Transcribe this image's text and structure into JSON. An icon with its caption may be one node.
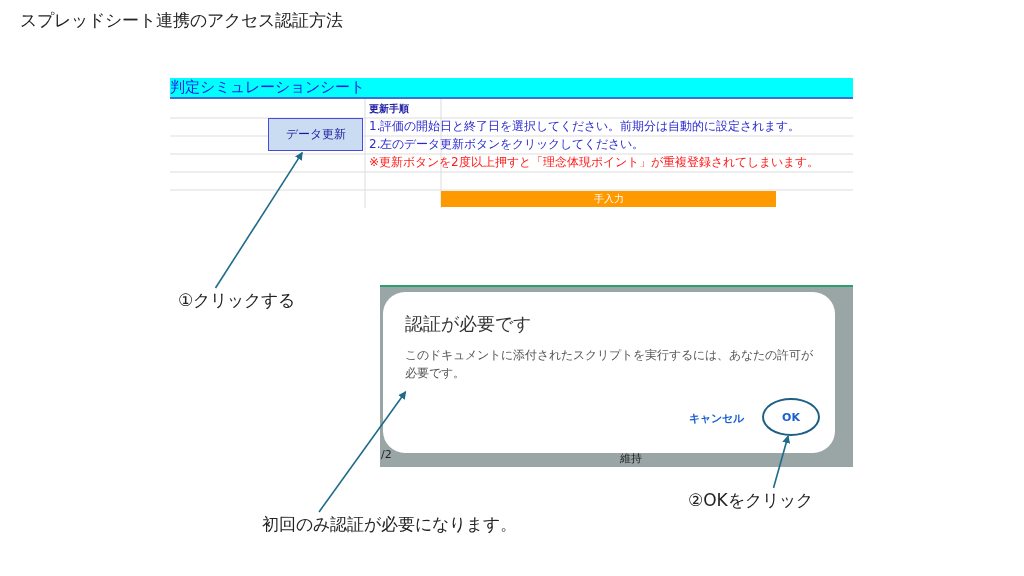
{
  "diagram": {
    "title": "スプレッドシート連携のアクセス認証方法",
    "nodes": [
      {
        "text": [
          "判定シミュレーションシート"
        ]
      },
      {
        "text": [
          "データ更新"
        ],
        "in": 0
      },
      {
        "text": [
          "手入力"
        ],
        "in": 0
      },
      {
        "text": [
          "①クリックする"
        ]
      },
      {
        "text": [
          "認証が必要です",
          "このドキュメントに添付されたスクリプトを実行するには、あなたの許可が必要です。"
        ]
      },
      {
        "text": [
          "キャンセル"
        ],
        "in": 4
      },
      {
        "text": [
          "OK"
        ],
        "in": 4
      },
      {
        "text": [
          "②OKをクリック"
        ]
      },
      {
        "text": [
          "初回のみ認証が必要になります。"
        ]
      }
    ],
    "edges": [
      {
        "from": 3,
        "to": 1,
        "arrow": "to"
      },
      {
        "from": 8,
        "to": 4,
        "arrow": "to"
      },
      {
        "from": 7,
        "to": 6,
        "arrow": "to"
      }
    ],
    "labels": [
      "更新手順",
      "1.評価の開始日と終了日を選択してください。前期分は自動的に設定されます。",
      "2.左のデータ更新ボタンをクリックしてください。",
      "※更新ボタンを2度以上押すと「理念体現ポイント」が重複登録されてしまいます。",
      "/2",
      "維持"
    ]
  }
}
